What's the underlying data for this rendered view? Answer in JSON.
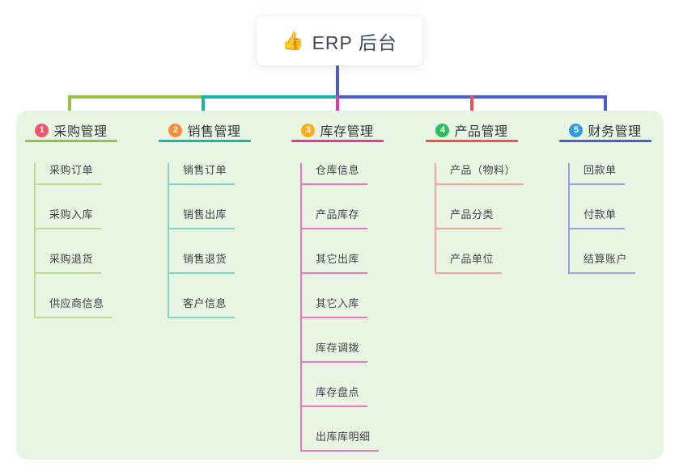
{
  "root": {
    "icon": "👍",
    "title": "ERP 后台"
  },
  "colors": {
    "connector": "#4a5ed0",
    "panel_bg": "#e9f5e3"
  },
  "branches": [
    {
      "num": "1",
      "label": "采购管理",
      "colors": {
        "badge": "#f2556c",
        "line": "#8fc14c",
        "light": "#bcdc92"
      },
      "items": [
        "采购订单",
        "采购入库",
        "采购退货",
        "供应商信息"
      ]
    },
    {
      "num": "2",
      "label": "销售管理",
      "colors": {
        "badge": "#fa8b3d",
        "line": "#1cb3a8",
        "light": "#82d4c9"
      },
      "items": [
        "销售订单",
        "销售出库",
        "销售退货",
        "客户信息"
      ]
    },
    {
      "num": "3",
      "label": "库存管理",
      "colors": {
        "badge": "#fbab1e",
        "line": "#e03a9e",
        "light": "#ee74bb"
      },
      "items": [
        "仓库信息",
        "产品库存",
        "其它出库",
        "其它入库",
        "库存调拨",
        "库存盘点",
        "出库库明细"
      ]
    },
    {
      "num": "4",
      "label": "产品管理",
      "colors": {
        "badge": "#2abf5f",
        "line": "#f25051",
        "light": "#f8a29c"
      },
      "items": [
        "产品（物料）",
        "产品分类",
        "产品单位"
      ]
    },
    {
      "num": "5",
      "label": "财务管理",
      "colors": {
        "badge": "#2f9ce4",
        "line": "#4a5ed0",
        "light": "#96a2e4"
      },
      "items": [
        "回款单",
        "付款单",
        "结算账户"
      ]
    }
  ]
}
